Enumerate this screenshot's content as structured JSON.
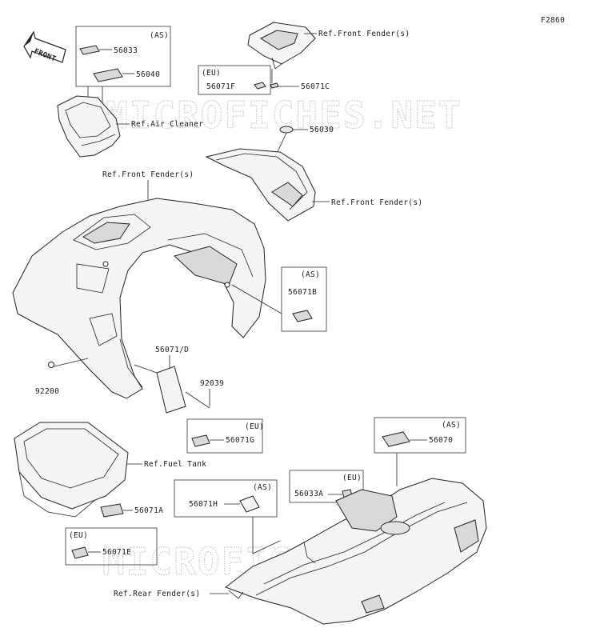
{
  "figure_code": "F2860",
  "front_badge": "FRONT",
  "watermark": "MICROFICHES.NET",
  "parts": {
    "p56033": "56033",
    "p56040": "56040",
    "p56071F": "56071F",
    "p56071C": "56071C",
    "p56030": "56030",
    "p56071B": "56071B",
    "p56071D": "56071/D",
    "p92039": "92039",
    "p92200": "92200",
    "p56071G": "56071G",
    "p56071A": "56071A",
    "p56071E": "56071E",
    "p56071H": "56071H",
    "p56033A": "56033A",
    "p56070": "56070"
  },
  "refs": {
    "front_fender_top": "Ref.Front Fender(s)",
    "air_cleaner": "Ref.Air Cleaner",
    "front_fender_mid": "Ref.Front Fender(s)",
    "front_fender_main": "Ref.Front Fender(s)",
    "fuel_tank": "Ref.Fuel Tank",
    "rear_fender": "Ref.Rear Fender(s)"
  },
  "tags": {
    "as1": "(AS)",
    "eu1": "(EU)",
    "as2": "(AS)",
    "eu2": "(EU)",
    "eu3": "(EU)",
    "as3": "(AS)",
    "eu4": "(EU)",
    "as4": "(AS)"
  }
}
